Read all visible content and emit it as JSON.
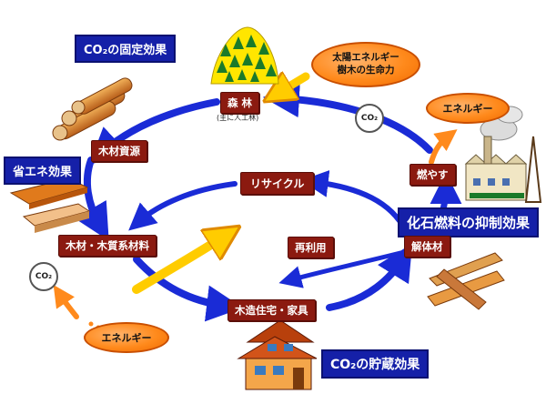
{
  "titles": {
    "co2_fixation": "CO₂の固定効果",
    "energy_saving": "省エネ効果",
    "fossil_fuel_suppression": "化石燃料の抑制効果",
    "co2_storage": "CO₂の貯蔵効果"
  },
  "nodes": {
    "forest": "森 林",
    "forest_sub": "(主に人工林)",
    "wood_resource": "木材資源",
    "wood_materials": "木材・木質系材料",
    "wooden_house": "木造住宅・家具",
    "demolition_wood": "解体材",
    "burn": "燃やす",
    "recycle": "リサイクル",
    "reuse": "再利用"
  },
  "bubbles": {
    "solar_life": "太陽エネルギー\n樹木の生命力",
    "energy_top": "エネルギー",
    "energy_bottom": "エネルギー"
  },
  "co2_marks": {
    "near_forest": "CO₂",
    "left": "CO₂"
  },
  "colors": {
    "cycle_arrow": "#1a2bd6",
    "node_fill": "#8b1a10",
    "title_fill": "#1520a8",
    "bubble_fill": "#ff8a1c",
    "energy_arrow": "#ffcc00"
  }
}
